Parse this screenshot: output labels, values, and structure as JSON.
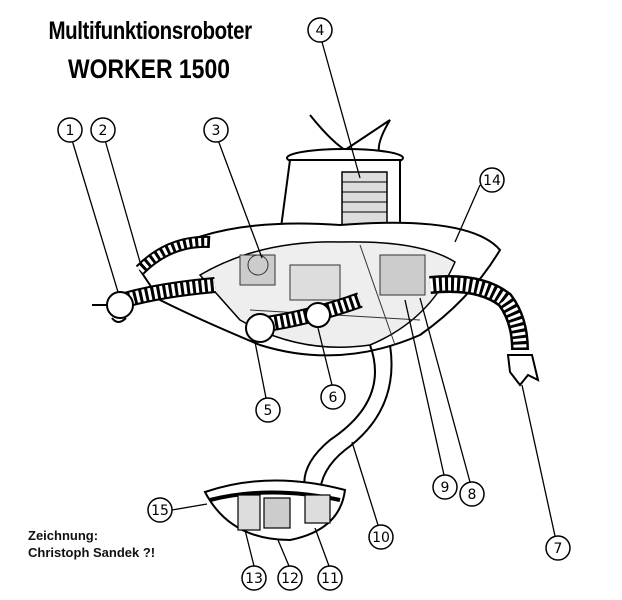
{
  "title_line1": "Multifunktionsroboter",
  "title_line2": "WORKER 1500",
  "credit_line1": "Zeichnung:",
  "credit_line2": "Christoph Sandek ?!",
  "callouts": [
    "1",
    "2",
    "3",
    "4",
    "5",
    "6",
    "7",
    "8",
    "9",
    "10",
    "11",
    "12",
    "13",
    "14",
    "15"
  ]
}
